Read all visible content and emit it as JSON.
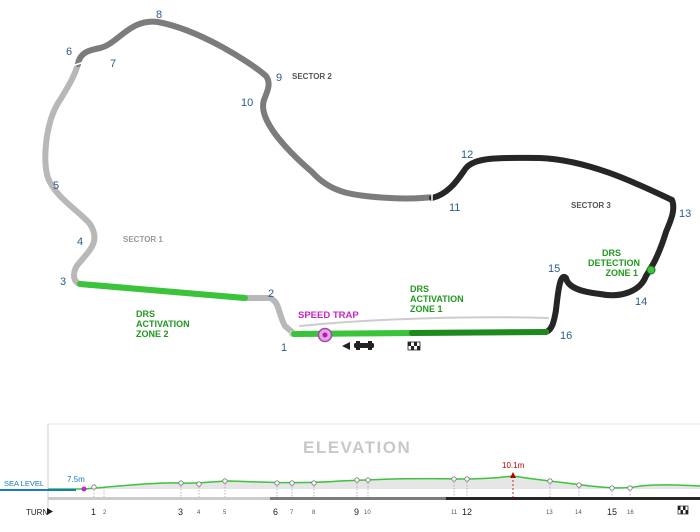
{
  "track": {
    "turn_labels": [
      "1",
      "2",
      "3",
      "4",
      "5",
      "6",
      "7",
      "8",
      "9",
      "10",
      "11",
      "12",
      "13",
      "14",
      "15",
      "16"
    ],
    "sectors": {
      "s1": "SECTOR 1",
      "s2": "SECTOR 2",
      "s3": "SECTOR 3"
    },
    "speed_trap": "SPEED TRAP",
    "drs": {
      "zone1": [
        "DRS",
        "ACTIVATION",
        "ZONE 1"
      ],
      "zone2": [
        "DRS",
        "ACTIVATION",
        "ZONE 2"
      ],
      "detection": [
        "DRS",
        "DETECTION",
        "ZONE 1"
      ]
    },
    "colors": {
      "sector1": "#b8b8b8",
      "sector2": "#7c7c7c",
      "sector3": "#262626",
      "drs_zone": "#3ac43a",
      "drs_zone_dark": "#1e8a1e",
      "speed_trap": "#cc22cc",
      "turn_numbers": "#2a5d8f"
    }
  },
  "elevation": {
    "title": "ELEVATION",
    "sea_level_label": "SEA LEVEL",
    "start_value": "7.5m",
    "max_value": "10.1m",
    "turn_axis_label": "TURN",
    "axis_turns": [
      "1",
      "2",
      "3",
      "4",
      "5",
      "6",
      "7",
      "8",
      "9",
      "10",
      "11",
      "12",
      "13",
      "14",
      "15",
      "16"
    ],
    "colors": {
      "profile": "#3ac43a",
      "fill": "#e6e6e6",
      "sea_level": "#1a7abf",
      "max_marker": "#b30000"
    }
  }
}
